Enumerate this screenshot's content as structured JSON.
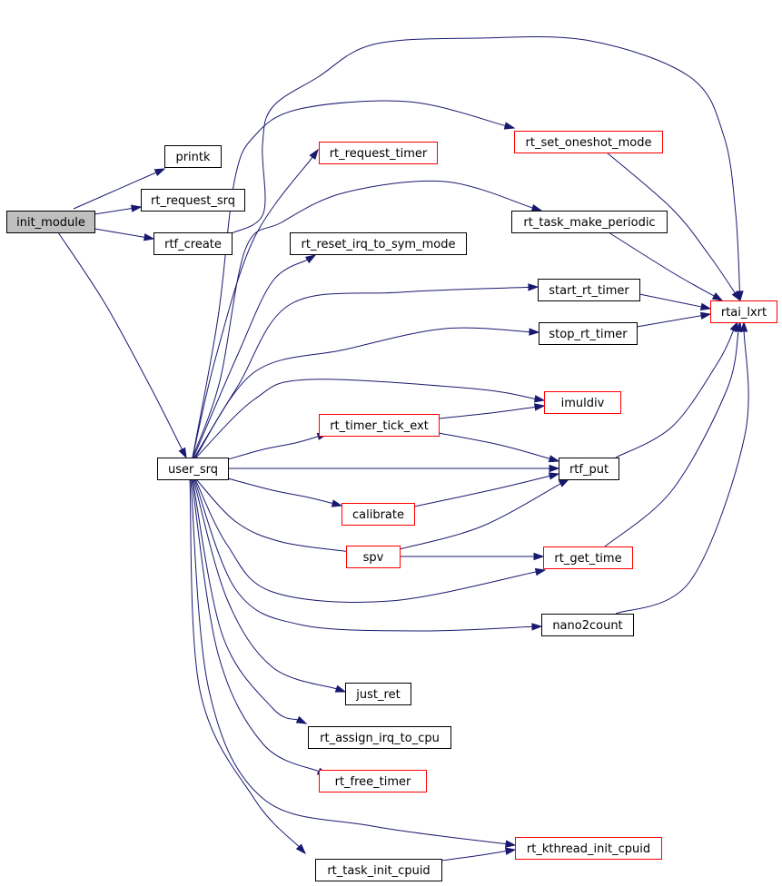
{
  "colors": {
    "edge": "#191970",
    "root_fill": "#bfbfbf",
    "documented_border": "#000000",
    "undocumented_border": "#ff0000",
    "node_fill": "#ffffff"
  },
  "nodes": [
    {
      "id": "init_module",
      "label": "init_module",
      "style": "root"
    },
    {
      "id": "printk",
      "label": "printk",
      "style": "documented"
    },
    {
      "id": "rt_request_srq",
      "label": "rt_request_srq",
      "style": "documented"
    },
    {
      "id": "rtf_create",
      "label": "rtf_create",
      "style": "documented"
    },
    {
      "id": "user_srq",
      "label": "user_srq",
      "style": "documented"
    },
    {
      "id": "rt_request_timer",
      "label": "rt_request_timer",
      "style": "undocumented"
    },
    {
      "id": "rt_set_oneshot_mode",
      "label": "rt_set_oneshot_mode",
      "style": "undocumented"
    },
    {
      "id": "rt_task_make_periodic",
      "label": "rt_task_make_periodic",
      "style": "documented"
    },
    {
      "id": "rt_reset_irq_to_sym_mode",
      "label": "rt_reset_irq_to_sym_mode",
      "style": "documented"
    },
    {
      "id": "start_rt_timer",
      "label": "start_rt_timer",
      "style": "documented"
    },
    {
      "id": "stop_rt_timer",
      "label": "stop_rt_timer",
      "style": "documented"
    },
    {
      "id": "rtai_lxrt",
      "label": "rtai_lxrt",
      "style": "undocumented"
    },
    {
      "id": "imuldiv",
      "label": "imuldiv",
      "style": "undocumented"
    },
    {
      "id": "rt_timer_tick_ext",
      "label": "rt_timer_tick_ext",
      "style": "undocumented"
    },
    {
      "id": "rtf_put",
      "label": "rtf_put",
      "style": "documented"
    },
    {
      "id": "calibrate",
      "label": "calibrate",
      "style": "undocumented"
    },
    {
      "id": "spv",
      "label": "spv",
      "style": "undocumented"
    },
    {
      "id": "rt_get_time",
      "label": "rt_get_time",
      "style": "undocumented"
    },
    {
      "id": "nano2count",
      "label": "nano2count",
      "style": "documented"
    },
    {
      "id": "just_ret",
      "label": "just_ret",
      "style": "documented"
    },
    {
      "id": "rt_assign_irq_to_cpu",
      "label": "rt_assign_irq_to_cpu",
      "style": "documented"
    },
    {
      "id": "rt_free_timer",
      "label": "rt_free_timer",
      "style": "undocumented"
    },
    {
      "id": "rt_kthread_init_cpuid",
      "label": "rt_kthread_init_cpuid",
      "style": "undocumented"
    },
    {
      "id": "rt_task_init_cpuid",
      "label": "rt_task_init_cpuid",
      "style": "documented"
    }
  ],
  "edges": [
    {
      "from": "init_module",
      "to": "printk"
    },
    {
      "from": "init_module",
      "to": "rt_request_srq"
    },
    {
      "from": "init_module",
      "to": "rtf_create"
    },
    {
      "from": "init_module",
      "to": "user_srq"
    },
    {
      "from": "rtf_create",
      "to": "rtai_lxrt"
    },
    {
      "from": "user_srq",
      "to": "rt_request_timer"
    },
    {
      "from": "user_srq",
      "to": "rt_set_oneshot_mode"
    },
    {
      "from": "user_srq",
      "to": "rt_task_make_periodic"
    },
    {
      "from": "user_srq",
      "to": "rt_reset_irq_to_sym_mode"
    },
    {
      "from": "user_srq",
      "to": "start_rt_timer"
    },
    {
      "from": "user_srq",
      "to": "stop_rt_timer"
    },
    {
      "from": "user_srq",
      "to": "imuldiv"
    },
    {
      "from": "user_srq",
      "to": "rt_timer_tick_ext"
    },
    {
      "from": "user_srq",
      "to": "rtf_put"
    },
    {
      "from": "user_srq",
      "to": "calibrate"
    },
    {
      "from": "user_srq",
      "to": "spv"
    },
    {
      "from": "user_srq",
      "to": "rt_get_time"
    },
    {
      "from": "user_srq",
      "to": "nano2count"
    },
    {
      "from": "user_srq",
      "to": "just_ret"
    },
    {
      "from": "user_srq",
      "to": "rt_assign_irq_to_cpu"
    },
    {
      "from": "user_srq",
      "to": "rt_free_timer"
    },
    {
      "from": "user_srq",
      "to": "rt_kthread_init_cpuid"
    },
    {
      "from": "user_srq",
      "to": "rt_task_init_cpuid"
    },
    {
      "from": "rt_set_oneshot_mode",
      "to": "rtai_lxrt"
    },
    {
      "from": "rt_task_make_periodic",
      "to": "rtai_lxrt"
    },
    {
      "from": "start_rt_timer",
      "to": "rtai_lxrt"
    },
    {
      "from": "stop_rt_timer",
      "to": "rtai_lxrt"
    },
    {
      "from": "rtf_put",
      "to": "rtai_lxrt"
    },
    {
      "from": "rt_get_time",
      "to": "rtai_lxrt"
    },
    {
      "from": "nano2count",
      "to": "rtai_lxrt"
    },
    {
      "from": "rt_timer_tick_ext",
      "to": "imuldiv"
    },
    {
      "from": "rt_timer_tick_ext",
      "to": "rtf_put"
    },
    {
      "from": "calibrate",
      "to": "rtf_put"
    },
    {
      "from": "spv",
      "to": "rtf_put"
    },
    {
      "from": "spv",
      "to": "rt_get_time"
    },
    {
      "from": "rt_task_init_cpuid",
      "to": "rt_kthread_init_cpuid"
    }
  ]
}
